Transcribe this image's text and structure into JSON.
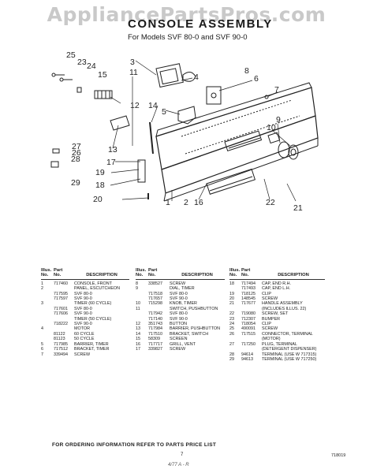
{
  "watermark": "AppliancePartsPros.com",
  "title": "CONSOLE ASSEMBLY",
  "subtitle": "For Models SVF 80-0 and SVF 90-0",
  "callouts": [
    "1",
    "2",
    "3",
    "4",
    "5",
    "6",
    "7",
    "8",
    "9",
    "10",
    "11",
    "12",
    "13",
    "14",
    "15",
    "16",
    "17",
    "18",
    "19",
    "20",
    "21",
    "22",
    "23",
    "24",
    "25",
    "26",
    "27",
    "28",
    "29"
  ],
  "table_headers": {
    "illus": "Illus.",
    "no": "No.",
    "part": "Part",
    "description": "DESCRIPTION"
  },
  "col1": [
    [
      "1",
      "717460",
      "CONSOLE, FRONT"
    ],
    [
      "2",
      "",
      "PANEL, ESCUTCHEON"
    ],
    [
      "",
      "717595",
      "SVF 80-0"
    ],
    [
      "",
      "717597",
      "SVF 90-0"
    ],
    [
      "3",
      "",
      "TIMER (60 CYCLE)"
    ],
    [
      "",
      "717601",
      "SVF 80-0"
    ],
    [
      "",
      "717606",
      "SVF 90-0"
    ],
    [
      "",
      "",
      "TIMER (50 CYCLE)"
    ],
    [
      "",
      "718222",
      "SVF 90-0"
    ],
    [
      "4",
      "",
      "MOTOR"
    ],
    [
      "",
      "81122",
      "60 CYCLE"
    ],
    [
      "",
      "81123",
      "50 CYCLE"
    ],
    [
      "5",
      "717985",
      "BARRIER, TIMER"
    ],
    [
      "6",
      "717512",
      "BRACKET, TIMER"
    ],
    [
      "7",
      "339494",
      "SCREW"
    ]
  ],
  "col2": [
    [
      "8",
      "338527",
      "SCREW"
    ],
    [
      "9",
      "",
      "DIAL, TIMER"
    ],
    [
      "",
      "717518",
      "SVF 80-0"
    ],
    [
      "",
      "717657",
      "SVF 90-0"
    ],
    [
      "10",
      "715298",
      "KNOB, TIMER"
    ],
    [
      "11",
      "",
      "SWITCH, PUSHBUTTON"
    ],
    [
      "",
      "717942",
      "SVF 80-0"
    ],
    [
      "",
      "717140",
      "SVF 90-0"
    ],
    [
      "12",
      "351743",
      "BUTTON"
    ],
    [
      "13",
      "717984",
      "BARRIER, PUSHBUTTON"
    ],
    [
      "14",
      "717510",
      "BRACKET, SWITCH"
    ],
    [
      "15",
      "58309",
      "SCREEN"
    ],
    [
      "16",
      "717717",
      "GRILL, VENT"
    ],
    [
      "17",
      "339827",
      "SCREW"
    ]
  ],
  "col3": [
    [
      "18",
      "717494",
      "CAP, END R.H."
    ],
    [
      "",
      "717493",
      "CAP, END L.H."
    ],
    [
      "19",
      "718125",
      "CLIP"
    ],
    [
      "20",
      "148545",
      "SCREW"
    ],
    [
      "21",
      "717677",
      "HANDLE ASSEMBLY"
    ],
    [
      "",
      "",
      "(INCLUDES ILLUS. 22)"
    ],
    [
      "22",
      "719080",
      "SCREW, SET"
    ],
    [
      "23",
      "712307",
      "BUMPER"
    ],
    [
      "24",
      "718054",
      "CLIP"
    ],
    [
      "25",
      "490091",
      "SCREW"
    ],
    [
      "26",
      "717515",
      "CONNECTOR, TERMINAL"
    ],
    [
      "",
      "",
      "(MOTOR)"
    ],
    [
      "27",
      "717250",
      "PLUG, TERMINAL"
    ],
    [
      "",
      "",
      "(DETERGENT DISPENSER)"
    ],
    [
      "28",
      "94614",
      "TERMINAL (USE W 717315)"
    ],
    [
      "29",
      "94613",
      "TERMINAL (USE W 717250)"
    ]
  ],
  "footer": "FOR ORDERING INFORMATION REFER TO PARTS PRICE LIST",
  "page_number": "7",
  "doc_number": "718019",
  "handwritten": "4/77  A - R"
}
